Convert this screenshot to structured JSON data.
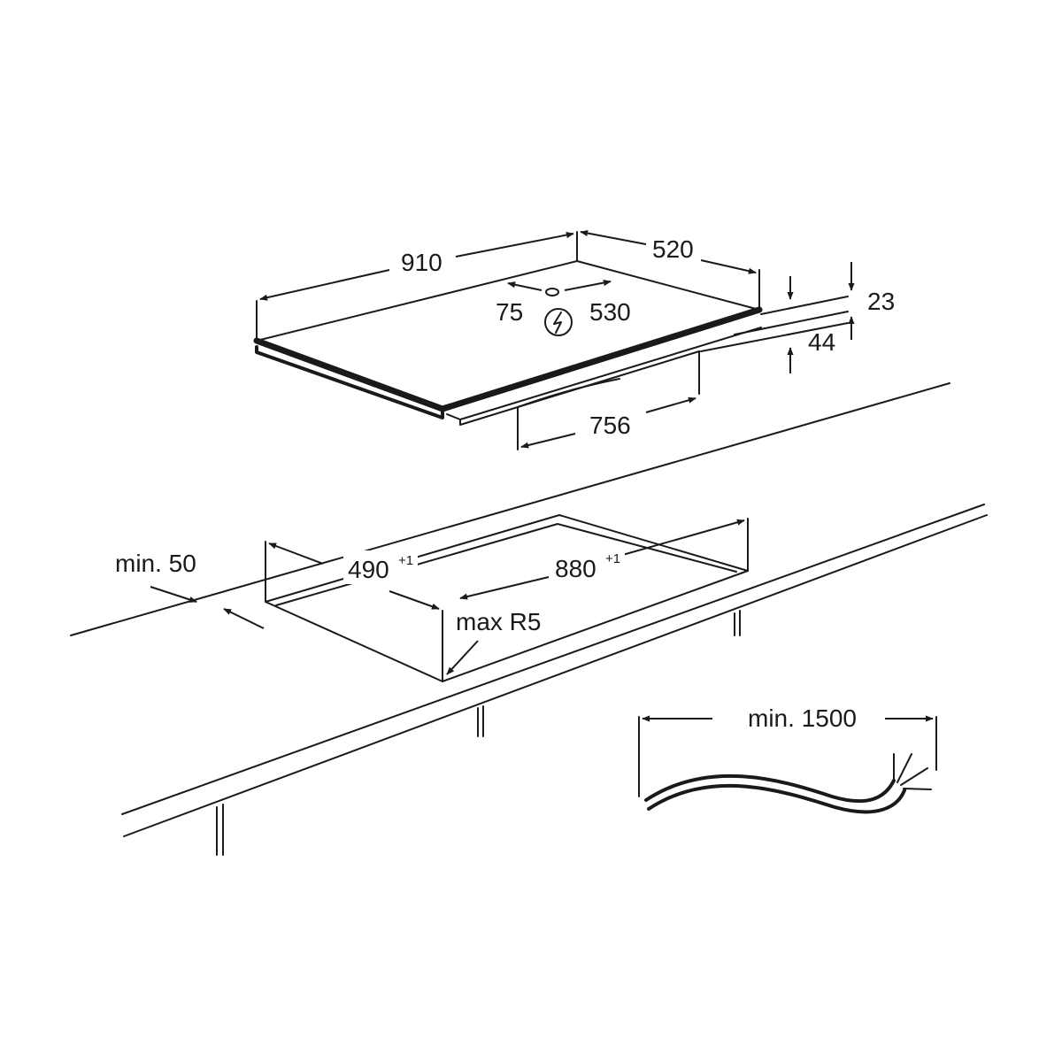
{
  "hob": {
    "width_label": "910",
    "depth_label": "520",
    "connection_left_label": "75",
    "connection_right_label": "530",
    "frame_thickness_label": "23",
    "box_height_label": "44",
    "box_width_label": "756"
  },
  "cutout": {
    "edge_distance_label": "min. 50",
    "depth_label": "490",
    "depth_tolerance": "+1",
    "width_label": "880",
    "width_tolerance": "+1",
    "radius_label": "max R5"
  },
  "cable": {
    "length_label": "min. 1500"
  },
  "icons": {
    "power_connection": "lightning-in-circle-icon"
  }
}
